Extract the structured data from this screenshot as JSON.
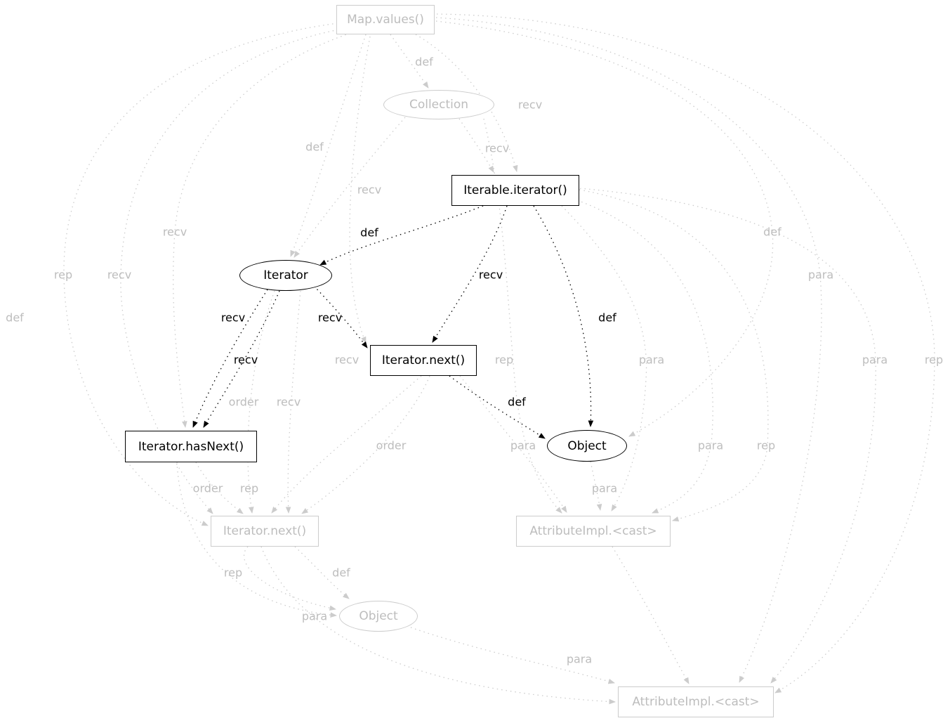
{
  "diagram_type": "dotted call graph",
  "colors": {
    "active": "#000000",
    "faded": "#cccccc",
    "faded_text": "#bdbdbd",
    "background": "#ffffff"
  },
  "nodes": {
    "map_values": {
      "label": "Map.values()",
      "shape": "rect",
      "state": "faded"
    },
    "collection": {
      "label": "Collection",
      "shape": "ellipse",
      "state": "faded"
    },
    "iterable_iterator": {
      "label": "Iterable.iterator()",
      "shape": "rect",
      "state": "active"
    },
    "iterator": {
      "label": "Iterator",
      "shape": "ellipse",
      "state": "active"
    },
    "iterator_next_active": {
      "label": "Iterator.next()",
      "shape": "rect",
      "state": "active"
    },
    "iterator_hasnext": {
      "label": "Iterator.hasNext()",
      "shape": "rect",
      "state": "active"
    },
    "object_active": {
      "label": "Object",
      "shape": "ellipse",
      "state": "active"
    },
    "iterator_next_faded": {
      "label": "Iterator.next()",
      "shape": "rect",
      "state": "faded"
    },
    "attributeimpl_cast_faded": {
      "label": "AttributeImpl.<cast>",
      "shape": "rect",
      "state": "faded"
    },
    "object_faded": {
      "label": "Object",
      "shape": "ellipse",
      "state": "faded"
    },
    "attributeimpl_cast2_faded": {
      "label": "AttributeImpl.<cast>",
      "shape": "rect",
      "state": "faded"
    }
  },
  "edge_labels": [
    "def",
    "recv",
    "def",
    "recv",
    "recv",
    "recv",
    "def",
    "def",
    "rep",
    "recv",
    "recv",
    "para",
    "def",
    "recv",
    "recv",
    "def",
    "recv",
    "recv",
    "rep",
    "para",
    "para",
    "rep",
    "order",
    "recv",
    "def",
    "order",
    "para",
    "para",
    "rep",
    "order",
    "rep",
    "para",
    "rep",
    "def",
    "para",
    "para"
  ]
}
